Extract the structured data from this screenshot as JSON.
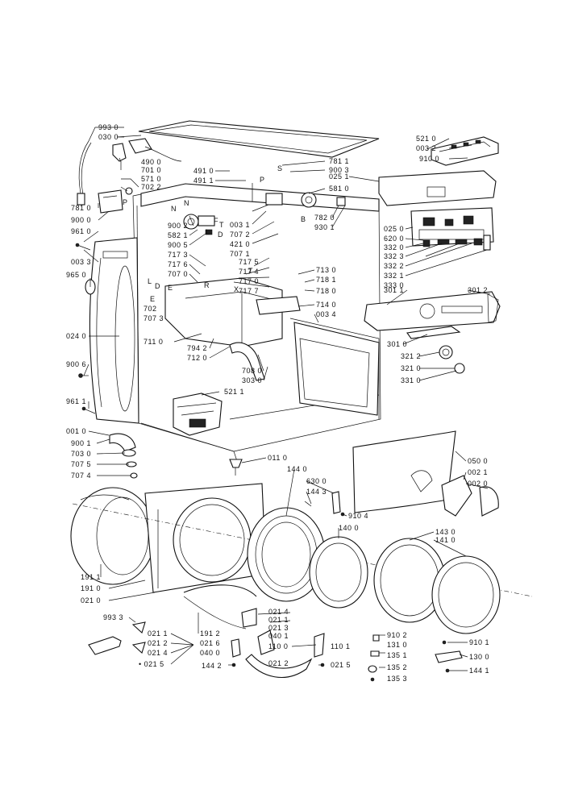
{
  "labels": [
    {
      "id": "l1",
      "text": "993 0"
    },
    {
      "id": "l2",
      "text": "030 0"
    },
    {
      "id": "l3",
      "text": "490 0"
    },
    {
      "id": "l4",
      "text": "701 0"
    },
    {
      "id": "l5",
      "text": "571 0"
    },
    {
      "id": "l6",
      "text": "702 2"
    },
    {
      "id": "l7",
      "text": "781 0"
    },
    {
      "id": "l8",
      "text": "900 0"
    },
    {
      "id": "l9",
      "text": "961 0"
    },
    {
      "id": "l10",
      "text": "003 3"
    },
    {
      "id": "l11",
      "text": "965 0"
    },
    {
      "id": "l12",
      "text": "024 0"
    },
    {
      "id": "l13",
      "text": "900 6"
    },
    {
      "id": "l14",
      "text": "961 1"
    },
    {
      "id": "l15",
      "text": "001 0"
    },
    {
      "id": "l16",
      "text": "900 1"
    },
    {
      "id": "l17",
      "text": "703 0"
    },
    {
      "id": "l18",
      "text": "707 5"
    },
    {
      "id": "l19",
      "text": "707 4"
    },
    {
      "id": "l20",
      "text": "191 1"
    },
    {
      "id": "l21",
      "text": "191 0"
    },
    {
      "id": "l22",
      "text": "021 0"
    },
    {
      "id": "l23",
      "text": "993 3"
    },
    {
      "id": "l24",
      "text": "491 0"
    },
    {
      "id": "l25",
      "text": "491 1"
    },
    {
      "id": "l26",
      "text": "900 2"
    },
    {
      "id": "l27",
      "text": "582 1"
    },
    {
      "id": "l28",
      "text": "900 5"
    },
    {
      "id": "l29",
      "text": "717 3"
    },
    {
      "id": "l30",
      "text": "717 6"
    },
    {
      "id": "l31",
      "text": "707 0"
    },
    {
      "id": "l32",
      "text": "702"
    },
    {
      "id": "l33",
      "text": "707 3"
    },
    {
      "id": "l34",
      "text": "711 0"
    },
    {
      "id": "l35",
      "text": "794 2"
    },
    {
      "id": "l36",
      "text": "712 0"
    },
    {
      "id": "l37",
      "text": "708 0"
    },
    {
      "id": "l38",
      "text": "303 0"
    },
    {
      "id": "l39",
      "text": "521 1"
    },
    {
      "id": "l40",
      "text": "003 1"
    },
    {
      "id": "l41",
      "text": "707 2"
    },
    {
      "id": "l42",
      "text": "421 0"
    },
    {
      "id": "l43",
      "text": "707 1"
    },
    {
      "id": "l44",
      "text": "717 5"
    },
    {
      "id": "l45",
      "text": "717 4"
    },
    {
      "id": "l46",
      "text": "717 0"
    },
    {
      "id": "l47",
      "text": "717 7"
    },
    {
      "id": "l48",
      "text": "781 1"
    },
    {
      "id": "l49",
      "text": "900 3"
    },
    {
      "id": "l50",
      "text": "025 1"
    },
    {
      "id": "l51",
      "text": "581 0"
    },
    {
      "id": "l52",
      "text": "782 0"
    },
    {
      "id": "l53",
      "text": "930 1"
    },
    {
      "id": "l54",
      "text": "713 0"
    },
    {
      "id": "l55",
      "text": "718 1"
    },
    {
      "id": "l56",
      "text": "718 0"
    },
    {
      "id": "l57",
      "text": "714 0"
    },
    {
      "id": "l58",
      "text": "003 4"
    },
    {
      "id": "l59",
      "text": "521 0"
    },
    {
      "id": "l60",
      "text": "003 2"
    },
    {
      "id": "l61",
      "text": "910 0"
    },
    {
      "id": "l62",
      "text": "025 0"
    },
    {
      "id": "l63",
      "text": "620 0"
    },
    {
      "id": "l64",
      "text": "332 0"
    },
    {
      "id": "l65",
      "text": "332 3"
    },
    {
      "id": "l66",
      "text": "332 2"
    },
    {
      "id": "l67",
      "text": "332 1"
    },
    {
      "id": "l68",
      "text": "333 0"
    },
    {
      "id": "l69",
      "text": "301 1"
    },
    {
      "id": "l70",
      "text": "301 2"
    },
    {
      "id": "l71",
      "text": "301 0"
    },
    {
      "id": "l72",
      "text": "321 2"
    },
    {
      "id": "l73",
      "text": "321 0"
    },
    {
      "id": "l74",
      "text": "331 0"
    },
    {
      "id": "l75",
      "text": "011 0"
    },
    {
      "id": "l76",
      "text": "144 0"
    },
    {
      "id": "l77",
      "text": "630 0"
    },
    {
      "id": "l78",
      "text": "144 3"
    },
    {
      "id": "l79",
      "text": "910 4"
    },
    {
      "id": "l80",
      "text": "140 0"
    },
    {
      "id": "l81",
      "text": "050 0"
    },
    {
      "id": "l82",
      "text": "002 1"
    },
    {
      "id": "l83",
      "text": "002 0"
    },
    {
      "id": "l84",
      "text": "143 0"
    },
    {
      "id": "l85",
      "text": "141 0"
    },
    {
      "id": "l86",
      "text": "021 1"
    },
    {
      "id": "l87",
      "text": "021 2"
    },
    {
      "id": "l88",
      "text": "021 4"
    },
    {
      "id": "l89",
      "text": "• 021 5"
    },
    {
      "id": "l90",
      "text": "191 2"
    },
    {
      "id": "l91",
      "text": "021 6"
    },
    {
      "id": "l92",
      "text": "040 0"
    },
    {
      "id": "l93",
      "text": "144 2"
    },
    {
      "id": "l94",
      "text": "021 4"
    },
    {
      "id": "l95",
      "text": "021 1"
    },
    {
      "id": "l96",
      "text": "021 3"
    },
    {
      "id": "l97",
      "text": "040 1"
    },
    {
      "id": "l98",
      "text": "110 0"
    },
    {
      "id": "l99",
      "text": "021 2"
    },
    {
      "id": "l100",
      "text": "110 1"
    },
    {
      "id": "l101",
      "text": "021 5"
    },
    {
      "id": "l102",
      "text": "910 2"
    },
    {
      "id": "l103",
      "text": "131 0"
    },
    {
      "id": "l104",
      "text": "135 1"
    },
    {
      "id": "l105",
      "text": "135 2"
    },
    {
      "id": "l106",
      "text": "135 3"
    },
    {
      "id": "l107",
      "text": "910 1"
    },
    {
      "id": "l108",
      "text": "130 0"
    },
    {
      "id": "l109",
      "text": "144 1"
    }
  ],
  "letters": [
    {
      "id": "t1",
      "text": "P"
    },
    {
      "id": "t2",
      "text": "N"
    },
    {
      "id": "t3",
      "text": "N"
    },
    {
      "id": "t4",
      "text": "S"
    },
    {
      "id": "t5",
      "text": "P"
    },
    {
      "id": "t6",
      "text": "B"
    },
    {
      "id": "t7",
      "text": "F"
    },
    {
      "id": "t8",
      "text": "L"
    },
    {
      "id": "t9",
      "text": "T"
    },
    {
      "id": "t10",
      "text": "D"
    },
    {
      "id": "t11",
      "text": "L"
    },
    {
      "id": "t12",
      "text": "D"
    },
    {
      "id": "t13",
      "text": "E"
    },
    {
      "id": "t14",
      "text": "E"
    },
    {
      "id": "t15",
      "text": "R"
    },
    {
      "id": "t16",
      "text": "X"
    },
    {
      "id": "t17",
      "text": "T"
    }
  ]
}
